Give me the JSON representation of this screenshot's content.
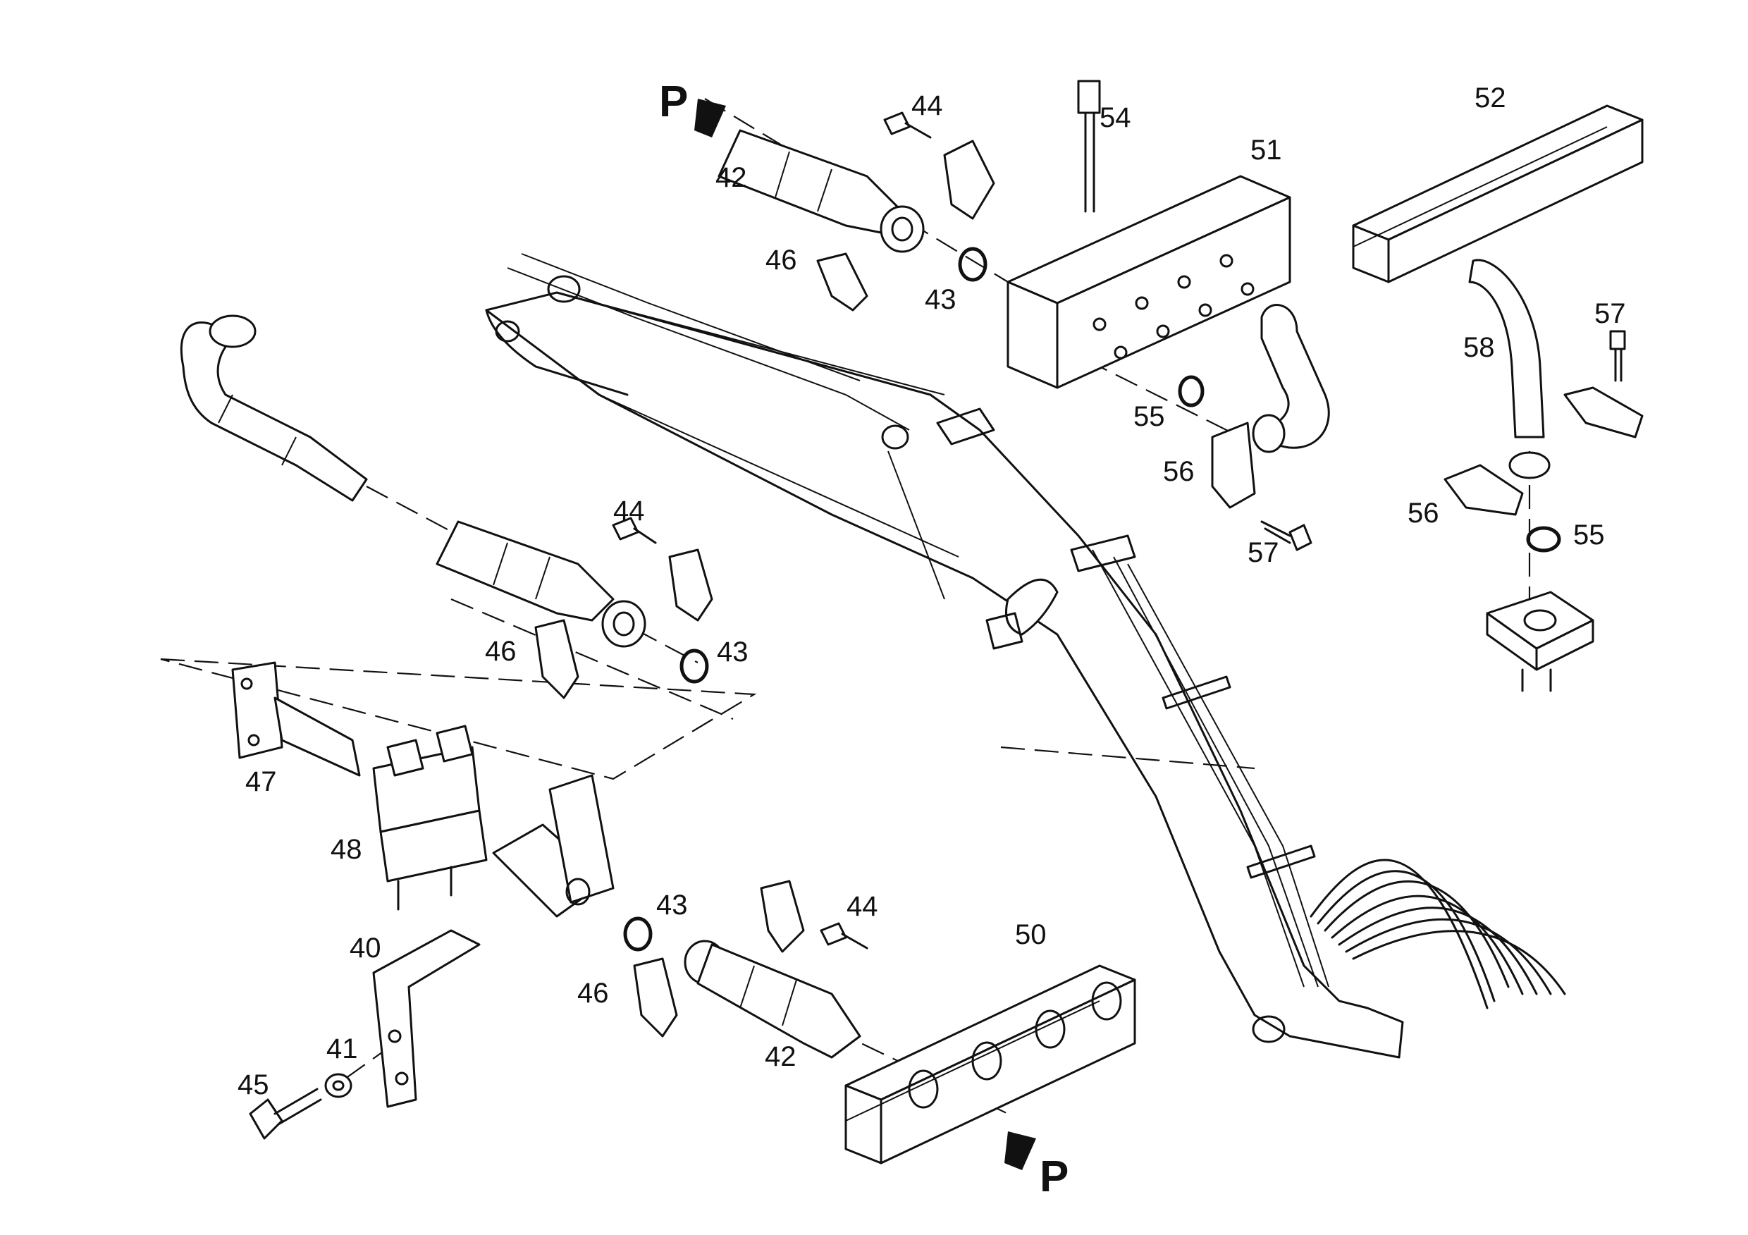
{
  "marker_letter": "P",
  "labels": {
    "l40": "40",
    "l41": "41",
    "l42a": "42",
    "l42b": "42",
    "l43a": "43",
    "l43b": "43",
    "l43c": "43",
    "l44a": "44",
    "l44b": "44",
    "l44c": "44",
    "l45": "45",
    "l46a": "46",
    "l46b": "46",
    "l46c": "46",
    "l47": "47",
    "l48": "48",
    "l50": "50",
    "l51": "51",
    "l52": "52",
    "l54": "54",
    "l55a": "55",
    "l55b": "55",
    "l56a": "56",
    "l56b": "56",
    "l57a": "57",
    "l57b": "57",
    "l58": "58"
  }
}
